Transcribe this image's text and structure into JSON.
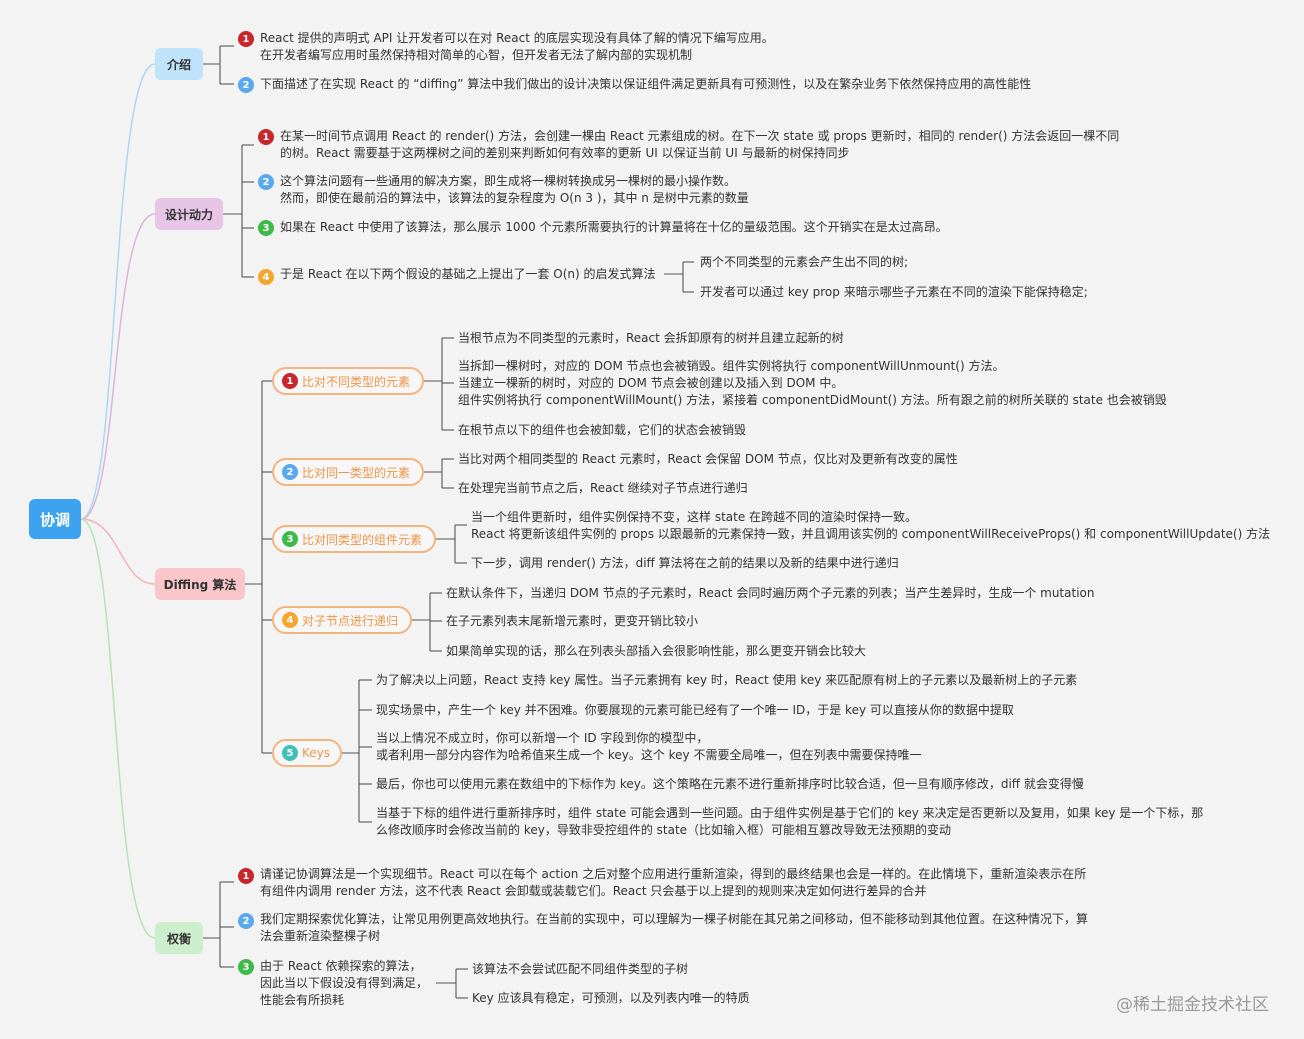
{
  "colors": {
    "root": "#3da2ef",
    "intro_bg": "#bfe3f8",
    "motivation_bg": "#e6c5e6",
    "diffing_bg": "#f9c6c9",
    "tradeoff_bg": "#cdeecd",
    "badge_1": "#c9252c",
    "badge_2": "#5aa8ee",
    "badge_3": "#3fba4a",
    "badge_4": "#f4a72f",
    "badge_5": "#3fbfb6",
    "pill_text": "#ef9548"
  },
  "root": {
    "label": "协调"
  },
  "intro": {
    "label": "介绍",
    "items": [
      {
        "num": "1",
        "lines": [
          "React 提供的声明式 API 让开发者可以在对 React 的底层实现没有具体了解的情况下编写应用。",
          "在开发者编写应用时虽然保持相对简单的心智，但开发者无法了解内部的实现机制"
        ]
      },
      {
        "num": "2",
        "lines": [
          "下面描述了在实现 React 的 “diffing” 算法中我们做出的设计决策以保证组件满足更新具有可预测性，以及在繁杂业务下依然保持应用的高性能性"
        ]
      }
    ]
  },
  "motivation": {
    "label": "设计动力",
    "items": [
      {
        "num": "1",
        "lines": [
          "在某一时间节点调用 React 的 render() 方法，会创建一棵由 React 元素组成的树。在下一次 state 或 props 更新时，相同的 render() 方法会返回一棵不同",
          "的树。React 需要基于这两棵树之间的差别来判断如何有效率的更新 UI 以保证当前 UI 与最新的树保持同步"
        ]
      },
      {
        "num": "2",
        "lines": [
          "这个算法问题有一些通用的解决方案，即生成将一棵树转换成另一棵树的最小操作数。",
          "然而，即使在最前沿的算法中，该算法的复杂程度为 O(n 3 )，其中 n 是树中元素的数量"
        ]
      },
      {
        "num": "3",
        "lines": [
          "如果在 React 中使用了该算法，那么展示 1000 个元素所需要执行的计算量将在十亿的量级范围。这个开销实在是太过高昂。"
        ]
      },
      {
        "num": "4",
        "lines": [
          "于是 React 在以下两个假设的基础之上提出了一套 O(n) 的启发式算法"
        ]
      }
    ],
    "assumptions": [
      "两个不同类型的元素会产生出不同的树;",
      "开发者可以通过 key prop 来暗示哪些子元素在不同的渲染下能保持稳定;"
    ]
  },
  "diffing": {
    "label": "Diffing 算法",
    "subs": [
      {
        "num": "1",
        "label": "比对不同类型的元素",
        "details": [
          [
            "当根节点为不同类型的元素时，React 会拆卸原有的树并且建立起新的树"
          ],
          [
            "当拆卸一棵树时，对应的 DOM 节点也会被销毁。组件实例将执行 componentWillUnmount() 方法。",
            "当建立一棵新的树时，对应的 DOM 节点会被创建以及插入到 DOM 中。",
            "组件实例将执行 componentWillMount() 方法，紧接着 componentDidMount() 方法。所有跟之前的树所关联的 state 也会被销毁"
          ],
          [
            "在根节点以下的组件也会被卸载，它们的状态会被销毁"
          ]
        ]
      },
      {
        "num": "2",
        "label": "比对同一类型的元素",
        "details": [
          [
            "当比对两个相同类型的 React 元素时，React 会保留 DOM 节点，仅比对及更新有改变的属性"
          ],
          [
            "在处理完当前节点之后，React 继续对子节点进行递归"
          ]
        ]
      },
      {
        "num": "3",
        "label": "比对同类型的组件元素",
        "details": [
          [
            "当一个组件更新时，组件实例保持不变，这样 state 在跨越不同的渲染时保持一致。",
            "React 将更新该组件实例的 props 以跟最新的元素保持一致，并且调用该实例的 componentWillReceiveProps() 和 componentWillUpdate() 方法"
          ],
          [
            "下一步，调用 render() 方法，diff 算法将在之前的结果以及新的结果中进行递归"
          ]
        ]
      },
      {
        "num": "4",
        "label": "对子节点进行递归",
        "details": [
          [
            "在默认条件下，当递归 DOM 节点的子元素时，React 会同时遍历两个子元素的列表；当产生差异时，生成一个 mutation"
          ],
          [
            "在子元素列表末尾新增元素时，更变开销比较小"
          ],
          [
            "如果简单实现的话，那么在列表头部插入会很影响性能，那么更变开销会比较大"
          ]
        ]
      },
      {
        "num": "5",
        "label": "Keys",
        "details": [
          [
            "为了解决以上问题，React 支持 key 属性。当子元素拥有 key 时，React 使用 key 来匹配原有树上的子元素以及最新树上的子元素"
          ],
          [
            "现实场景中，产生一个 key 并不困难。你要展现的元素可能已经有了一个唯一 ID，于是 key 可以直接从你的数据中提取"
          ],
          [
            "当以上情况不成立时，你可以新增一个 ID 字段到你的模型中，",
            "或者利用一部分内容作为哈希值来生成一个 key。这个 key 不需要全局唯一，但在列表中需要保持唯一"
          ],
          [
            "最后，你也可以使用元素在数组中的下标作为 key。这个策略在元素不进行重新排序时比较合适，但一旦有顺序修改，diff 就会变得慢"
          ],
          [
            "当基于下标的组件进行重新排序时，组件 state 可能会遇到一些问题。由于组件实例是基于它们的 key 来决定是否更新以及复用，如果 key 是一个下标，那",
            "么修改顺序时会修改当前的 key，导致非受控组件的 state（比如输入框）可能相互篡改导致无法预期的变动"
          ]
        ]
      }
    ]
  },
  "tradeoff": {
    "label": "权衡",
    "items": [
      {
        "num": "1",
        "lines": [
          "请谨记协调算法是一个实现细节。React 可以在每个 action 之后对整个应用进行重新渲染，得到的最终结果也会是一样的。在此情境下，重新渲染表示在所",
          "有组件内调用 render 方法，这不代表 React 会卸载或装载它们。React 只会基于以上提到的规则来决定如何进行差异的合并"
        ]
      },
      {
        "num": "2",
        "lines": [
          "我们定期探索优化算法，让常见用例更高效地执行。在当前的实现中，可以理解为一棵子树能在其兄弟之间移动，但不能移动到其他位置。在这种情况下，算",
          "法会重新渲染整棵子树"
        ]
      },
      {
        "num": "3",
        "lines": [
          "由于 React 依赖探索的算法，",
          "因此当以下假设没有得到满足，",
          "性能会有所损耗"
        ]
      }
    ],
    "assumptions": [
      "该算法不会尝试匹配不同组件类型的子树",
      "Key 应该具有稳定，可预测，以及列表内唯一的特质"
    ]
  },
  "watermark": "@稀土掘金技术社区"
}
